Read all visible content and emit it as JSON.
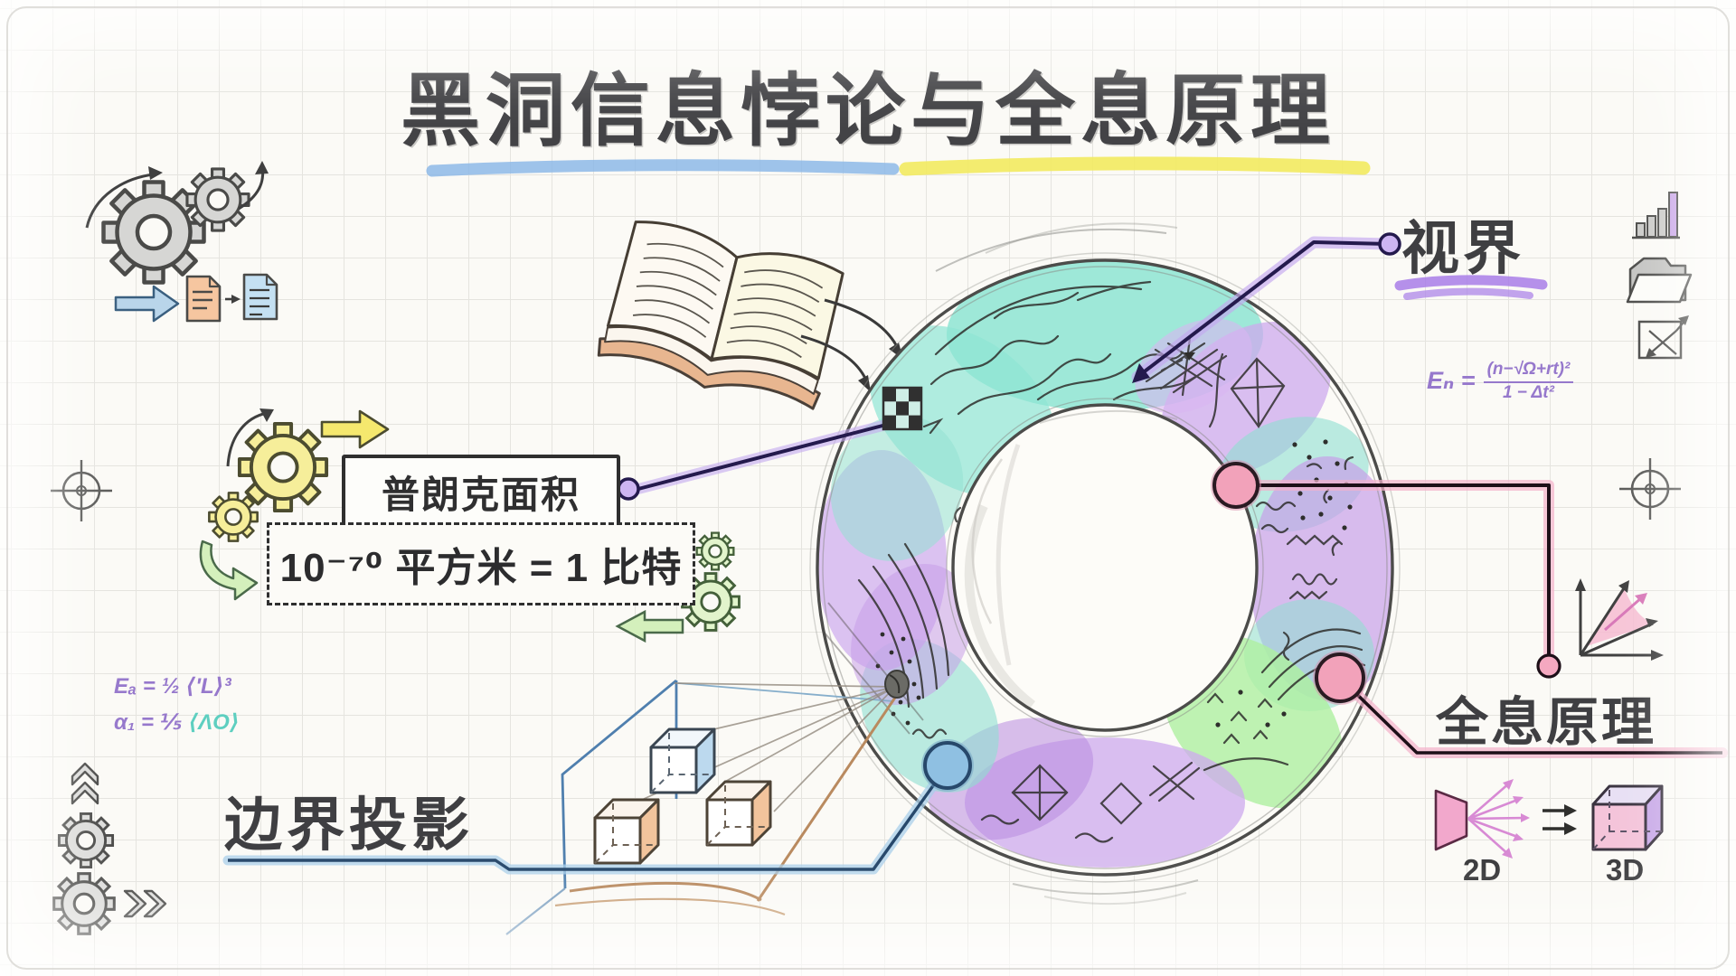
{
  "page": {
    "background": "#fbfaf6",
    "grid_color": "#e5e4df",
    "frame_color": "#cfcec9"
  },
  "title": {
    "text": "黑洞信息悖论与全息原理",
    "underline_left_color": "#8db9e8",
    "underline_right_color": "#f2ea60"
  },
  "callouts": {
    "horizon": {
      "label": "视界",
      "accent": "#a87de8",
      "line": "#241a4d"
    },
    "holography": {
      "label": "全息原理",
      "accent": "#f2aac8",
      "line": "#2a1020"
    },
    "boundary": {
      "label": "边界投影",
      "accent": "#9ec7e6",
      "line": "#27486b"
    },
    "planck": {
      "box_label": "普朗克面积",
      "value": "10⁻⁷⁰ 平方米 = 1 比特",
      "accent": "#c3a8f0"
    }
  },
  "formulas": {
    "right_lhs": "Eₙ =",
    "right_num": "(n−√Ω+rt)²",
    "right_den": "1 − Δt²",
    "left_line1": "Eₐ = ½ ⟨'L⟩³",
    "left_line2_lhs": "α₁ = ⅕ ",
    "left_line2_rhs": "⟨ΛO⟩"
  },
  "projection_demo": {
    "from_label": "2D",
    "to_label": "3D"
  },
  "ring": {
    "style": "hand-drawn watercolor donut with doodle patterns",
    "palette": [
      "#86e4cf",
      "#cda9ee",
      "#c79fe8",
      "#aef0a0",
      "#8ee0d0",
      "#b88ae0"
    ]
  },
  "icons": [
    "gears-cycle-icon",
    "document-transform-icon",
    "crosshair-icon",
    "yellow-gears-icon",
    "green-gears-icon",
    "green-back-arrow-icon",
    "book-icon",
    "checker-node",
    "bar-chart-icon",
    "folder-icon",
    "expand-icon",
    "axes-growth-icon",
    "screen-2d-icon",
    "cube-3d-icon",
    "chevrons-up-icon",
    "gear-icon",
    "chevrons-right-icon"
  ]
}
